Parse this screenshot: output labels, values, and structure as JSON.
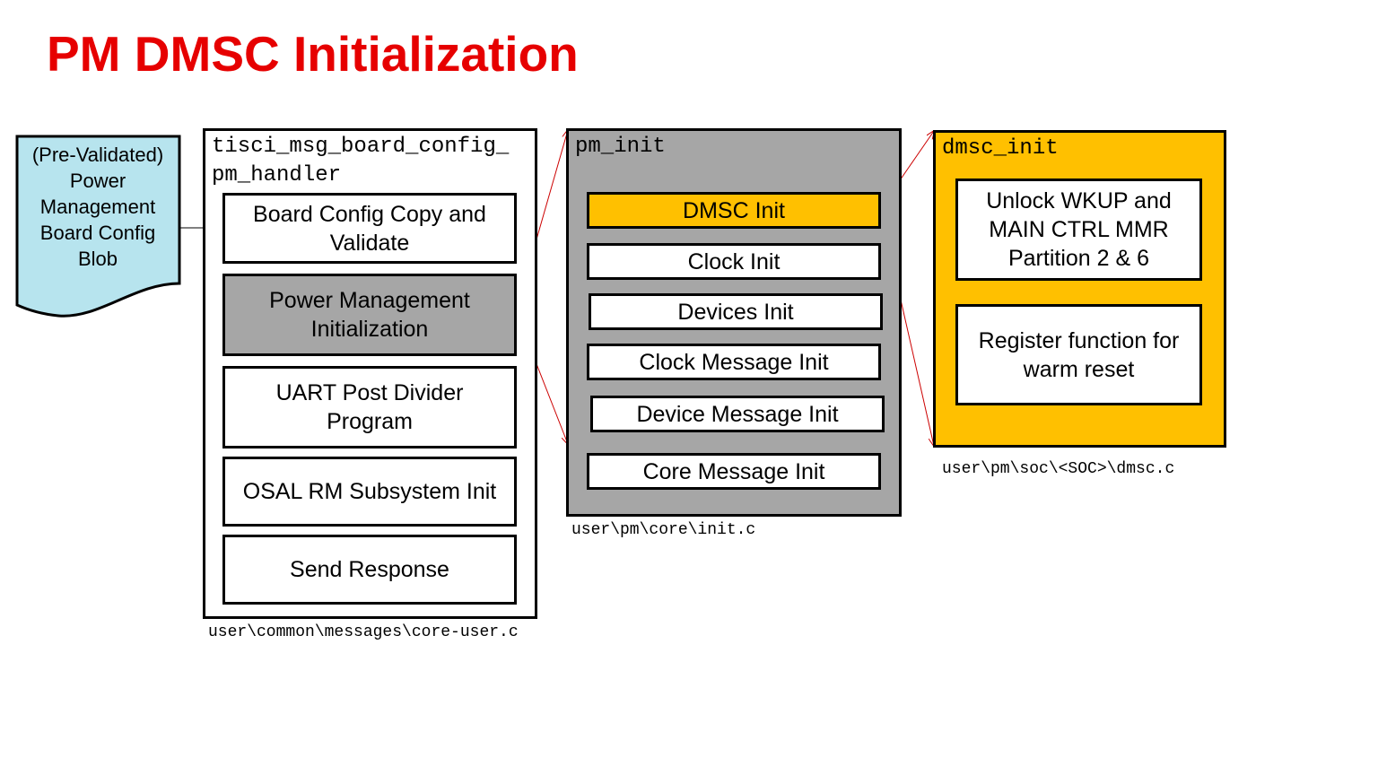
{
  "title": "PM DMSC Initialization",
  "blob": {
    "text": "(Pre-Validated)\nPower\nManagement\nBoard Config\nBlob"
  },
  "handler": {
    "title": "tisci_msg_board_config_\npm_handler",
    "items": [
      "Board Config Copy and\nValidate",
      "Power Management\nInitialization",
      "UART Post Divider\nProgram",
      "OSAL RM Subsystem Init",
      "Send Response"
    ],
    "path": "user\\common\\messages\\core-user.c"
  },
  "pm_init": {
    "title": "pm_init",
    "items": [
      "DMSC Init",
      "Clock Init",
      "Devices Init",
      "Clock Message Init",
      "Device Message Init",
      "Core Message Init"
    ],
    "path": "user\\pm\\core\\init.c"
  },
  "dmsc_init": {
    "title": "dmsc_init",
    "items": [
      "Unlock WKUP and\nMAIN CTRL MMR\nPartition 2 & 6",
      "Register function for\nwarm reset"
    ],
    "path": "user\\pm\\soc\\<SOC>\\dmsc.c"
  },
  "colors": {
    "title": "#e60000",
    "blob_fill": "#b7e4ee",
    "gray_fill": "#a6a6a6",
    "highlight": "#ffc000",
    "arrow": "#cc0000"
  }
}
